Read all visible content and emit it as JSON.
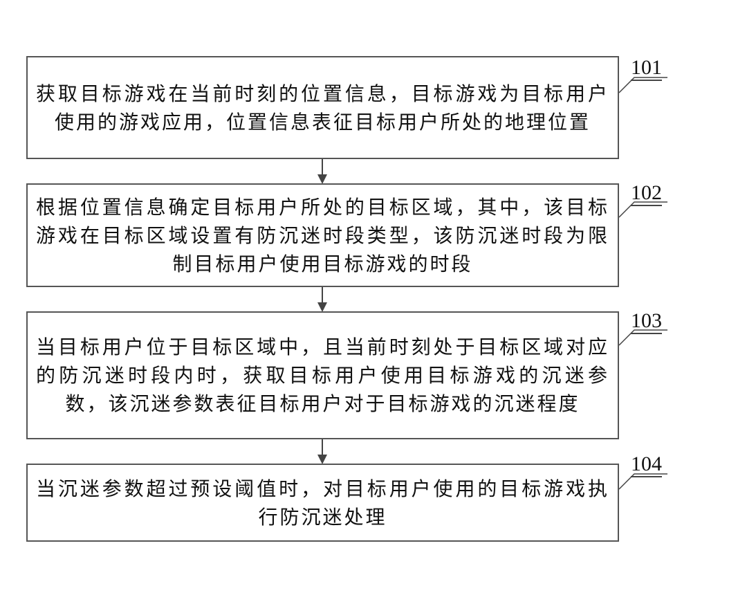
{
  "flowchart": {
    "steps": [
      {
        "id": "101",
        "label": "101",
        "text": "获取目标游戏在当前时刻的位置信息，目标游戏为目标用户使用的游戏应用，位置信息表征目标用户所处的地理位置"
      },
      {
        "id": "102",
        "label": "102",
        "text": "根据位置信息确定目标用户所处的目标区域，其中，该目标游戏在目标区域设置有防沉迷时段类型，该防沉迷时段为限制目标用户使用目标游戏的时段"
      },
      {
        "id": "103",
        "label": "103",
        "text": "当目标用户位于目标区域中，且当前时刻处于目标区域对应的防沉迷时段内时，获取目标用户使用目标游戏的沉迷参数，该沉迷参数表征目标用户对于目标游戏的沉迷程度"
      },
      {
        "id": "104",
        "label": "104",
        "text": "当沉迷参数超过预设阈值时，对目标用户使用的目标游戏执行防沉迷处理"
      }
    ],
    "connections": [
      {
        "from": "101",
        "to": "102"
      },
      {
        "from": "102",
        "to": "103"
      },
      {
        "from": "103",
        "to": "104"
      }
    ],
    "colors": {
      "box_border": "#555555",
      "arrow": "#444444",
      "text": "#111111",
      "background": "#ffffff"
    }
  }
}
